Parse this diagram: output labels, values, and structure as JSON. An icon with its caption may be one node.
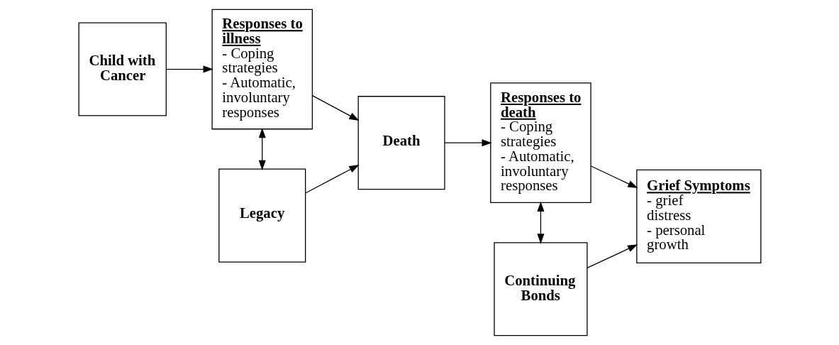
{
  "diagram": {
    "nodes": [
      {
        "text": [
          "Child with Cancer"
        ]
      },
      {
        "text": [
          "Responses to illness",
          "- Coping strategies",
          "- Automatic, involuntary responses"
        ]
      },
      {
        "text": [
          "Death"
        ]
      },
      {
        "text": [
          "Responses to death",
          "- Coping strategies",
          "- Automatic, involuntary responses"
        ]
      },
      {
        "text": [
          "Grief Symptoms",
          "- grief distress",
          "- personal growth"
        ]
      },
      {
        "text": [
          "Legacy"
        ]
      },
      {
        "text": [
          "Continuing Bonds"
        ]
      }
    ],
    "edges": [
      {
        "from": 0,
        "to": 1,
        "arrow": "to"
      },
      {
        "from": 1,
        "to": 2,
        "arrow": "to"
      },
      {
        "from": 1,
        "to": 5,
        "arrow": "both"
      },
      {
        "from": 5,
        "to": 2,
        "arrow": "to"
      },
      {
        "from": 2,
        "to": 3,
        "arrow": "to"
      },
      {
        "from": 3,
        "to": 4,
        "arrow": "to"
      },
      {
        "from": 3,
        "to": 6,
        "arrow": "both"
      },
      {
        "from": 6,
        "to": 4,
        "arrow": "to"
      }
    ]
  }
}
